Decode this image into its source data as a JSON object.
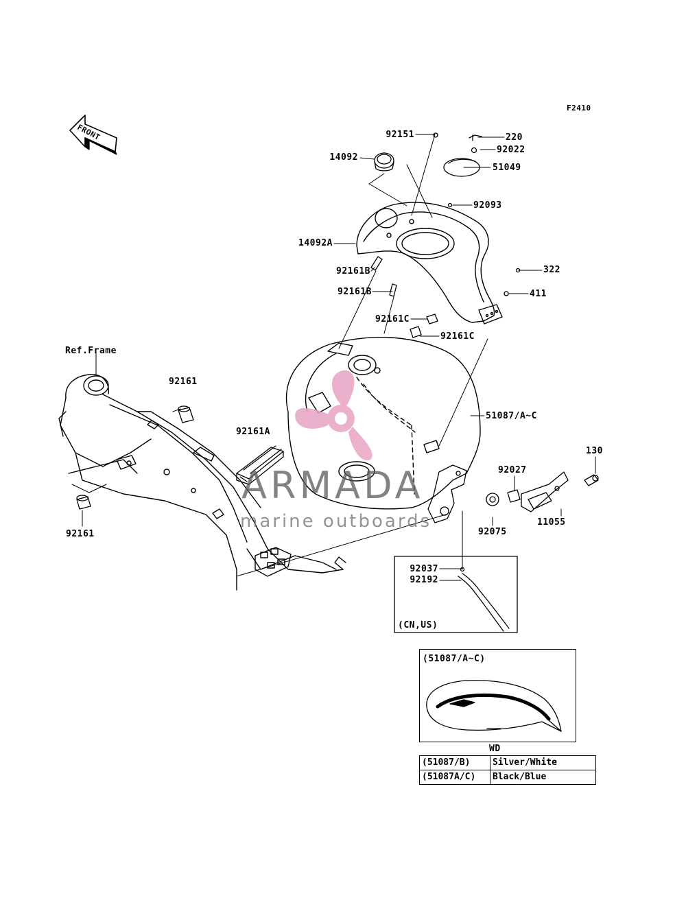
{
  "figure_code": "F2410",
  "front_label": "FRONT",
  "ref_frame_label": "Ref.Frame",
  "watermark": {
    "name": "ARMADA",
    "tagline": "marine outboards"
  },
  "part_labels": {
    "p92151": "92151",
    "p220": "220",
    "p92022": "92022",
    "p14092": "14092",
    "p51049": "51049",
    "p92093": "92093",
    "p14092A": "14092A",
    "p322": "322",
    "p92161B_1": "92161B",
    "p411": "411",
    "p92161B_2": "92161B",
    "p92161C_1": "92161C",
    "p92161C_2": "92161C",
    "p92161_top": "92161",
    "p51087": "51087/A~C",
    "p92161A": "92161A",
    "p130": "130",
    "p92027": "92027",
    "p11055": "11055",
    "p92075": "92075",
    "p92161_bottom": "92161",
    "p92037": "92037",
    "p92192": "92192"
  },
  "region_note": "(CN,US)",
  "inset": {
    "title": "(51087/A~C)",
    "caption": "WD"
  },
  "color_table": [
    {
      "code": "(51087/B)",
      "color": "Silver/White"
    },
    {
      "code": "(51087A/C)",
      "color": "Black/Blue"
    }
  ],
  "colors": {
    "line": "#000000",
    "watermark_pink": "#e8a3c4",
    "watermark_gray": "#5a5a5a"
  }
}
